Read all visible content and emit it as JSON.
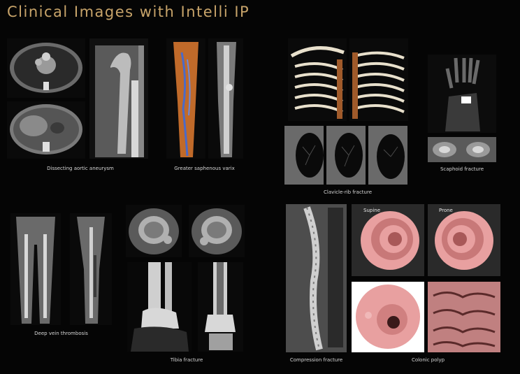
{
  "title": "Clinical Images with Intelli IP",
  "colors": {
    "background": "#050505",
    "title": "#c8a46a",
    "caption": "#d8d8d8",
    "bone": "#e8e0cc",
    "soft_tissue_orange": "#c06a2a",
    "colon_pink": "#e8a0a0"
  },
  "captions": {
    "aortic": "Dissecting aortic aneurysm",
    "varix": "Greater saphenous varix",
    "clavicle": "Clavicle-rib fracture",
    "scaphoid": "Scaphoid fracture",
    "dvt": "Deep vein thrombosis",
    "tibia": "Tibia fracture",
    "compression": "Compression fracture",
    "colonic": "Colonic polyp"
  },
  "labels": {
    "supine": "Supine",
    "prone": "Prone"
  }
}
